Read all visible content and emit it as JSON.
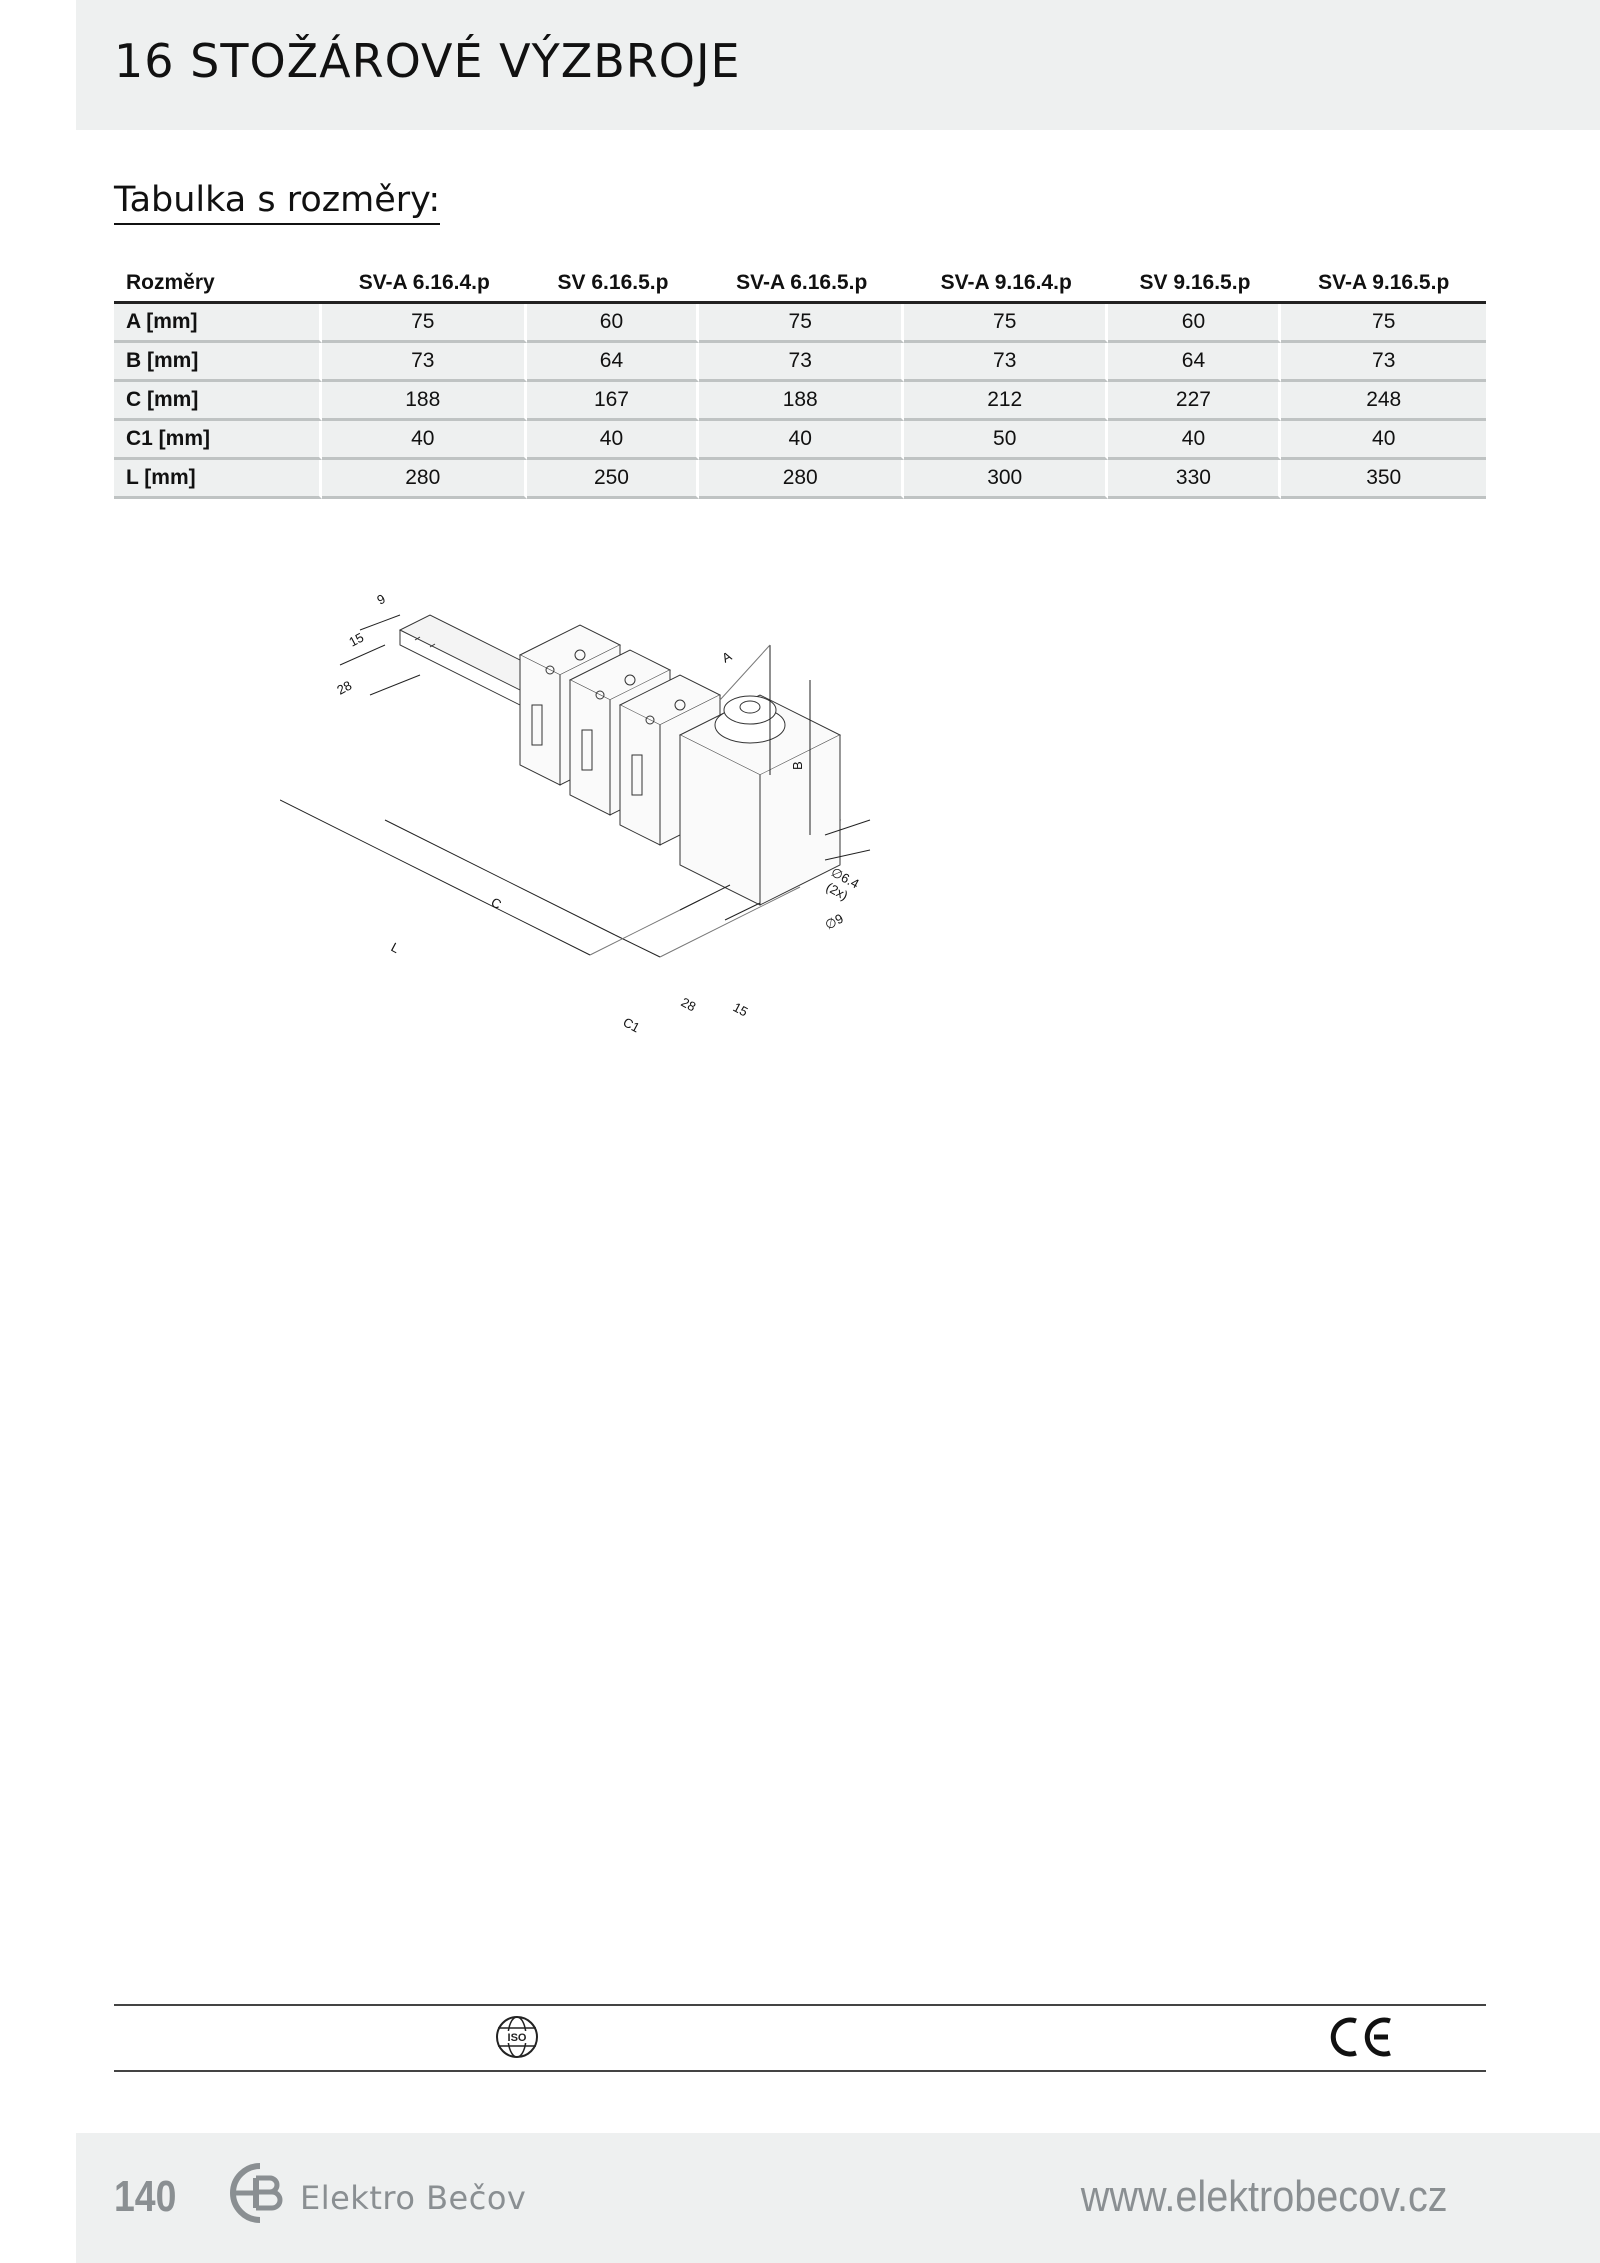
{
  "header": {
    "title": "16  STOŽÁROVÉ VÝZBROJE"
  },
  "section": {
    "title": "Tabulka s rozměry:"
  },
  "table": {
    "row_header_label": "Rozměry",
    "columns": [
      "SV-A 6.16.4.p",
      "SV 6.16.5.p",
      "SV-A 6.16.5.p",
      "SV-A 9.16.4.p",
      "SV 9.16.5.p",
      "SV-A 9.16.5.p"
    ],
    "rows": [
      {
        "label": "A [mm]",
        "values": [
          "75",
          "60",
          "75",
          "75",
          "60",
          "75"
        ]
      },
      {
        "label": "B [mm]",
        "values": [
          "73",
          "64",
          "73",
          "73",
          "64",
          "73"
        ]
      },
      {
        "label": "C [mm]",
        "values": [
          "188",
          "167",
          "188",
          "212",
          "227",
          "248"
        ]
      },
      {
        "label": "C1 [mm]",
        "values": [
          "40",
          "40",
          "40",
          "50",
          "40",
          "40"
        ]
      },
      {
        "label": "L [mm]",
        "values": [
          "280",
          "250",
          "280",
          "300",
          "330",
          "350"
        ]
      }
    ]
  },
  "drawing": {
    "labels": {
      "nine_top": "9",
      "fifteen_left": "15",
      "twenty_eight_left": "28",
      "a": "A",
      "b": "B",
      "c": "C",
      "l": "L",
      "c1": "C1",
      "twenty_eight_right": "28",
      "fifteen_right": "15",
      "hole_diameter": "∅6.4",
      "hole_count": "(2x)",
      "nine_right": "∅9"
    }
  },
  "footer": {
    "page_number": "140",
    "brand_name": "Elektro Bečov",
    "website": "www.elektrobecov.cz"
  },
  "icons": {
    "iso": "iso-globe-icon",
    "ce": "ce-mark-icon",
    "logo": "elektro-becov-logo-icon"
  },
  "colors": {
    "band": "#eef0f0",
    "footer_text": "#8a8f92"
  }
}
